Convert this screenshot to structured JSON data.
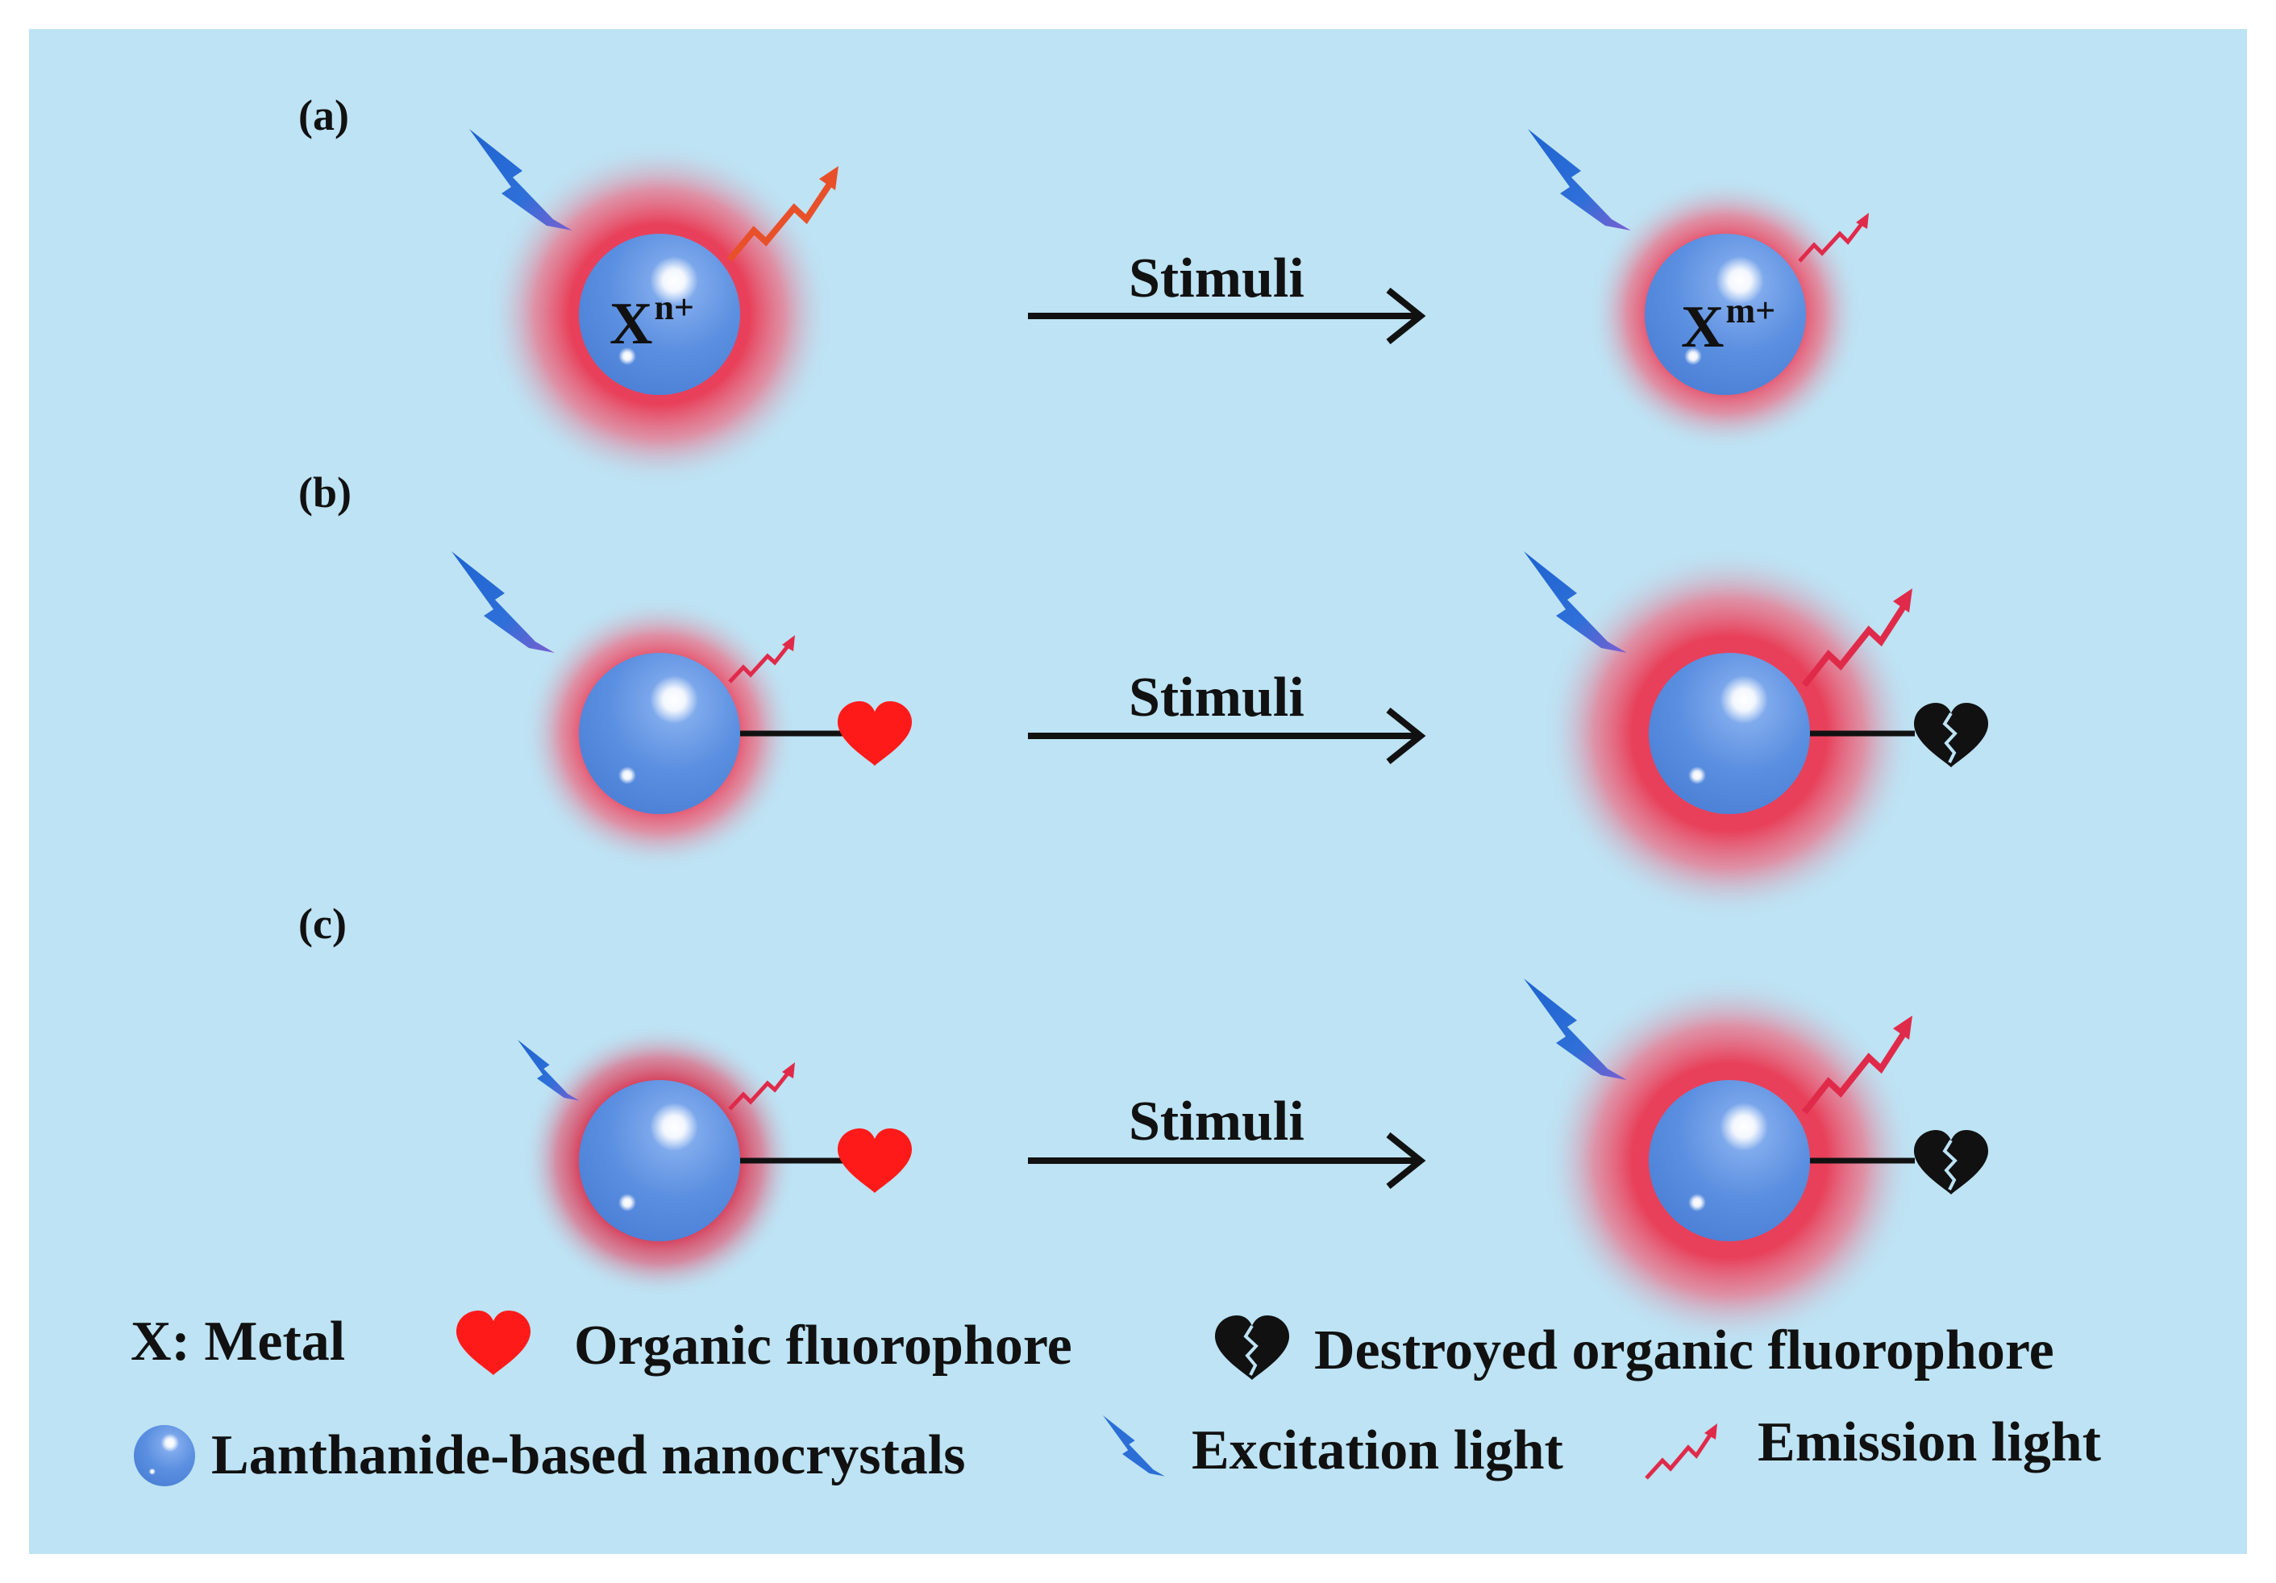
{
  "panels": [
    {
      "label": "(a)",
      "stimuli": "Stimuli",
      "ion_before_base": "X",
      "ion_before_sup": "n+",
      "ion_after_base": "X",
      "ion_after_sup": "m+"
    },
    {
      "label": "(b)",
      "stimuli": "Stimuli"
    },
    {
      "label": "(c)",
      "stimuli": "Stimuli"
    }
  ],
  "legend": {
    "metal": "X: Metal",
    "organic_fluorophore": "Organic fluorophore",
    "destroyed_fluorophore": "Destroyed organic fluorophore",
    "nanocrystals": "Lanthanide-based nanocrystals",
    "excitation": "Excitation light",
    "emission": "Emission light"
  },
  "colors": {
    "background": "#bde3f4",
    "sphere": "#5b8fe0",
    "glow": "#e8405a",
    "excitation": "#2b6fd6",
    "emission_a": "#e8502a",
    "emission": "#e02a4a",
    "heart": "#ff1a1a",
    "broken_heart": "#111111"
  }
}
